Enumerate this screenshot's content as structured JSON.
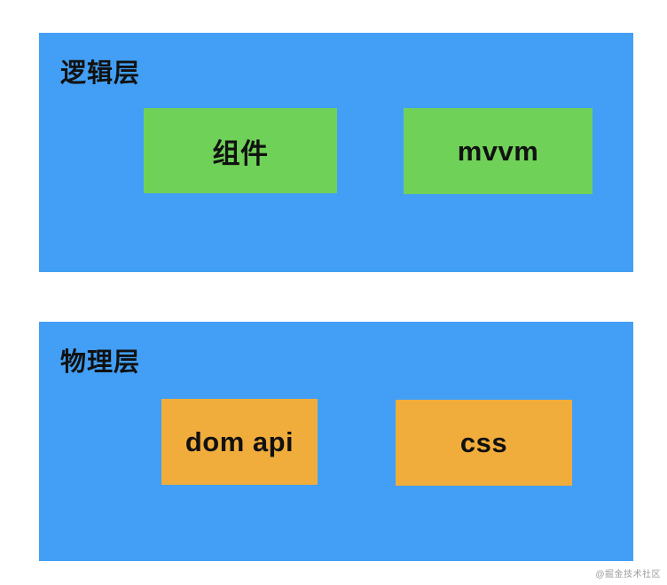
{
  "page": {
    "watermark": "@掘金技术社区"
  },
  "colors": {
    "layer_bg": "#429FF5",
    "logic_box_bg": "#6FD158",
    "physical_box_bg": "#F0AD3C",
    "text": "#111111",
    "watermark_text": "#9b9b9b"
  },
  "diagram": {
    "layers": [
      {
        "label": "逻辑层",
        "boxes": [
          {
            "label": "组件"
          },
          {
            "label": "mvvm"
          }
        ]
      },
      {
        "label": "物理层",
        "boxes": [
          {
            "label": "dom api"
          },
          {
            "label": "css"
          }
        ]
      }
    ]
  }
}
